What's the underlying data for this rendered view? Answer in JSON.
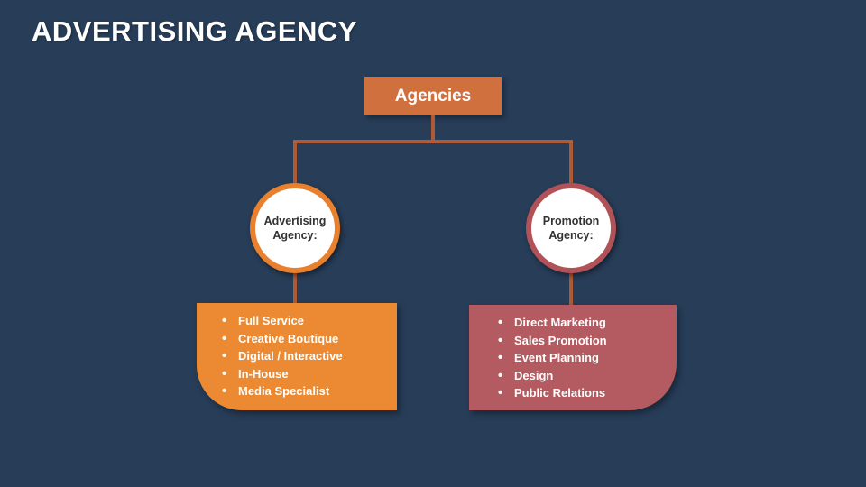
{
  "slide": {
    "title": "ADVERTISING AGENCY",
    "background_color": "#273d58"
  },
  "diagram": {
    "root": {
      "label": "Agencies",
      "fill_color": "#d1703f",
      "text_color": "#ffffff"
    },
    "connector_color": "#b05a35",
    "branches": [
      {
        "circle_label": "Advertising Agency:",
        "ring_color": "#e8802e",
        "circle_fill": "#ffffff",
        "circle_text_color": "#333333",
        "panel_color": "#ec8a33",
        "items": [
          "Full Service",
          "Creative Boutique",
          "Digital / Interactive",
          "In-House",
          "Media Specialist"
        ]
      },
      {
        "circle_label": "Promotion Agency:",
        "ring_color": "#b05257",
        "circle_fill": "#ffffff",
        "circle_text_color": "#333333",
        "panel_color": "#b35b60",
        "items": [
          "Direct Marketing",
          "Sales Promotion",
          "Event Planning",
          "Design",
          "Public Relations"
        ]
      }
    ],
    "bullet_glyph": "•"
  }
}
